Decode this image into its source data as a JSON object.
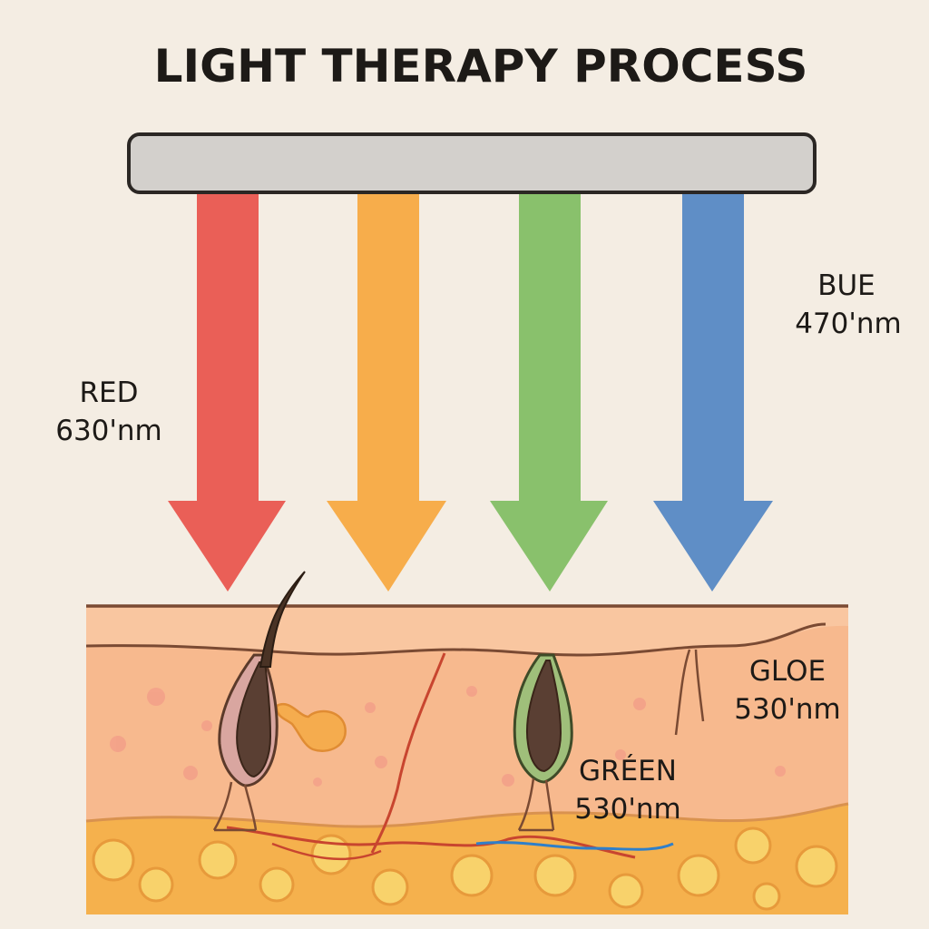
{
  "title": "LIGHT THERAPY PROCESS",
  "light_source": {
    "label": ""
  },
  "beams": [
    {
      "color": "#ea5f57"
    },
    {
      "color": "#f7ad4b"
    },
    {
      "color": "#89c16c"
    },
    {
      "color": "#5f8ec6"
    }
  ],
  "labels": {
    "red_name": "RED",
    "red_wavelength": "630'nm",
    "blue_name": "BUE",
    "blue_wavelength": "470'nm",
    "gloe_name": "GLOE",
    "gloe_wavelength": "530'nm",
    "green_name": "GRÉEN",
    "green_wavelength": "530'nm"
  },
  "skin": {
    "epidermis_color": "#f9c6a0",
    "dermis_color": "#f7b98e",
    "fat_layer_color": "#f5b14d",
    "fat_cell_color": "#f8d26b",
    "outline_color": "#7a4a33",
    "vessel_red": "#c8452f",
    "vessel_blue": "#2f7fc9"
  }
}
